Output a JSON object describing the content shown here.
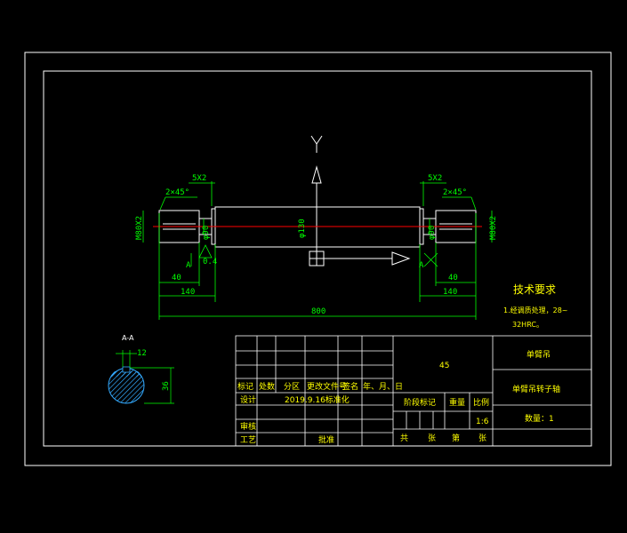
{
  "colors": {
    "background": "#000000",
    "frame": "#ffffff",
    "dimension": "#00ff00",
    "centerline": "#ff0000",
    "text": "#ffff00",
    "section_fill": "#33aaff"
  },
  "axis": {
    "y_label": "Y"
  },
  "dims": {
    "chamfer_left": "5X2",
    "chamfer_right": "5X2",
    "angle_left": "2×45°",
    "angle_right": "2×45°",
    "dia_main": "φ130",
    "dia_left_inner": "φ90",
    "dia_right_inner": "φ90",
    "key_left": "M80X2",
    "key_right": "M80X2",
    "section_mark_a": "A",
    "section_mark_a2": "A",
    "roughness": "0.4",
    "len_left_40": "40",
    "len_left_140": "140",
    "len_right_40": "40",
    "len_right_140": "140",
    "len_total": "800"
  },
  "section": {
    "title": "A-A",
    "key_width": "12",
    "depth": "36"
  },
  "tech": {
    "title": "技术要求",
    "line1": "1.经调质处理，28~",
    "line2": "32HRC。"
  },
  "title_block": {
    "material": "45",
    "project": "单臂吊",
    "part": "单臂吊转子轴",
    "quantity": "数量：1",
    "scale": "1:6",
    "rev_headers": [
      "标记",
      "处数",
      "分区",
      "更改文件号",
      "签名",
      "年、月、日"
    ],
    "row_design": "设计",
    "date_sign": "2019.9.16标准化",
    "row_review": "审核",
    "row_process": "工艺",
    "approve": "批准",
    "stage_mark": "阶段标记",
    "weight": "重量",
    "scale_label": "比例",
    "total": "共",
    "sheet_unit": "张",
    "page": "第",
    "page_unit": "张"
  }
}
